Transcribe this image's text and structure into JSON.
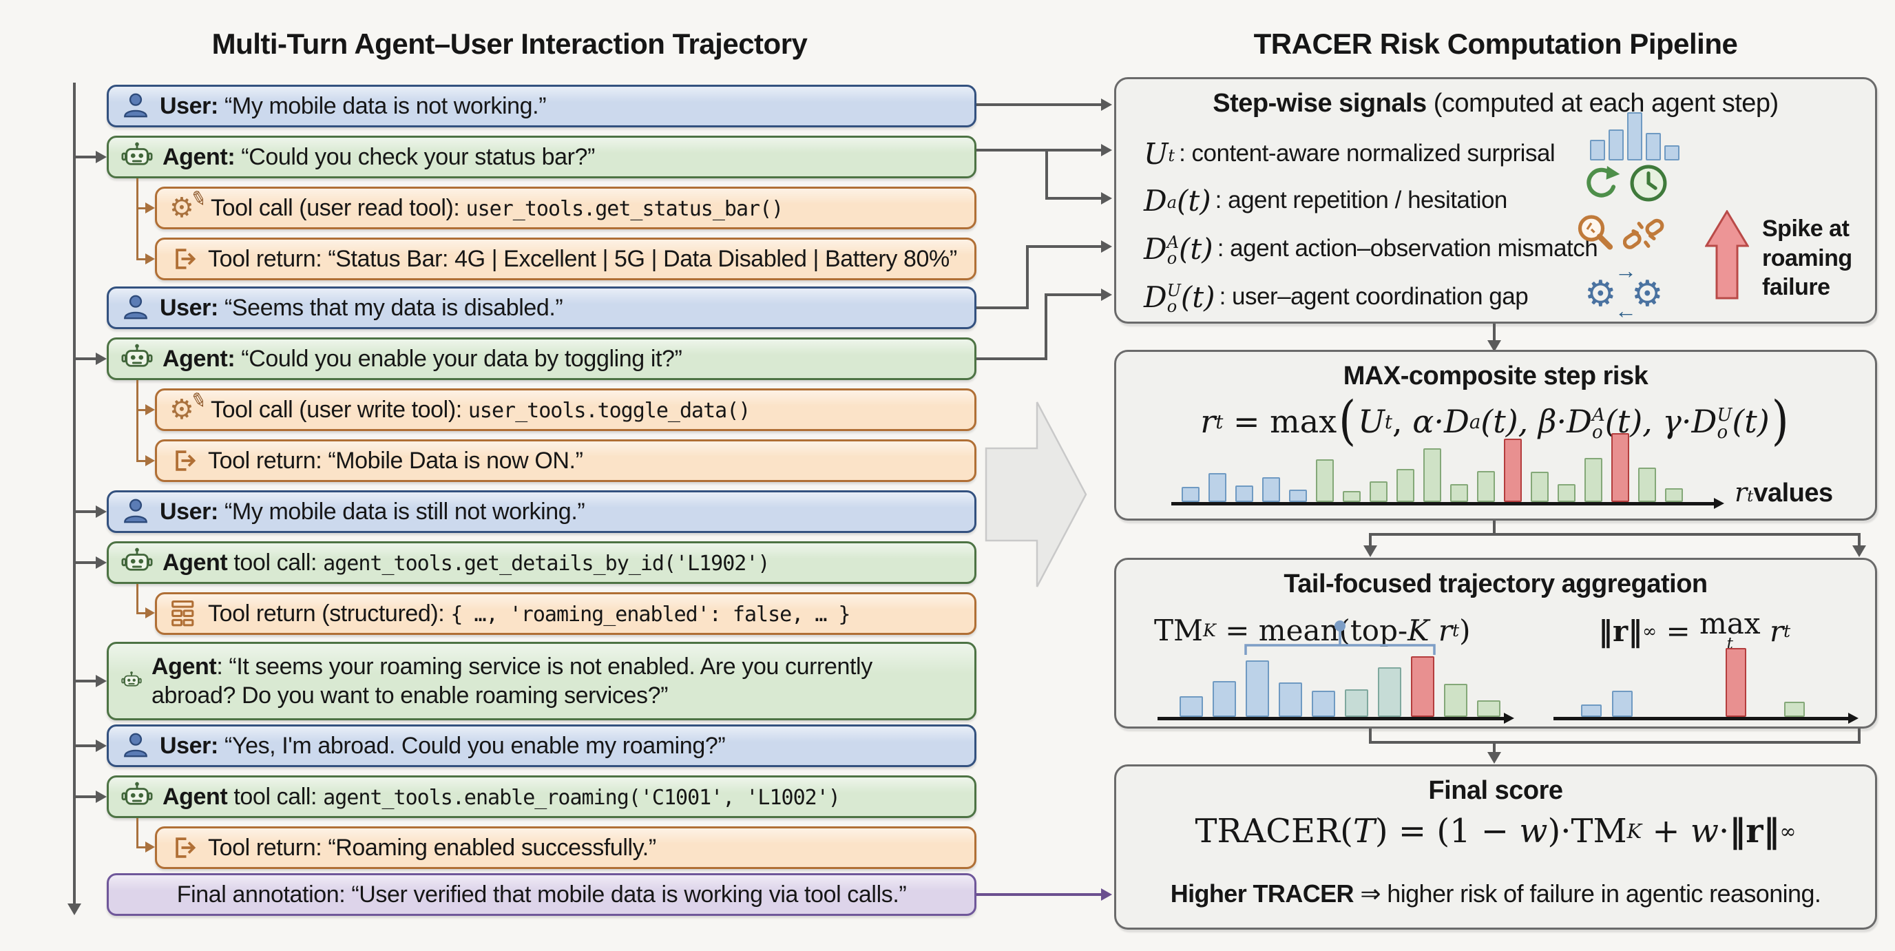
{
  "colors": {
    "background": "#f7f6f3",
    "text": "#161616",
    "user_fill": "#ccd9ed",
    "user_border": "#33517f",
    "agent_fill": "#d9e9d2",
    "agent_border": "#4d7344",
    "tool_fill": "#fbe3c8",
    "tool_border": "#b06f35",
    "final_fill": "#ddd4ea",
    "final_border": "#6f579a",
    "panel_fill": "#f1f1ee",
    "panel_border": "#6a6a6a",
    "bar_blue": "#bcd2e8",
    "bar_blue_border": "#6f9ac2",
    "bar_green": "#cfe2c6",
    "bar_green_border": "#84a878",
    "bar_teal": "#c6dcd6",
    "bar_teal_border": "#7fa89e",
    "bar_red": "#e89090",
    "bar_red_border": "#b43d3d",
    "connector": "#5a5a5a",
    "tool_connector": "#a9713d",
    "purple_connector": "#6b4f8f",
    "spike_fill": "#ed9596",
    "spike_border": "#b94a48",
    "big_arrow_fill": "#e9e9e7",
    "big_arrow_border": "#c9c9c9"
  },
  "icons": {
    "gear": "⚙",
    "pencil": "✎",
    "arrow_right": "→",
    "arrow_left": "←"
  },
  "left": {
    "title": "Multi-Turn Agent–User Interaction Trajectory",
    "rows": [
      {
        "kind": "user",
        "b": "User:",
        "t": " “My mobile data is not working.”",
        "c": ""
      },
      {
        "kind": "agent",
        "b": "Agent:",
        "t": " “Could you check your status bar?”",
        "c": ""
      },
      {
        "kind": "tool-call",
        "b": "",
        "t": "Tool call (user read tool): ",
        "c": "user_tools.get_status_bar()"
      },
      {
        "kind": "tool-return",
        "b": "",
        "t": "Tool return: “Status Bar: 4G | Excellent | 5G | Data Disabled | Battery 80%”",
        "c": ""
      },
      {
        "kind": "user",
        "b": "User:",
        "t": " “Seems that my data is disabled.”",
        "c": ""
      },
      {
        "kind": "agent",
        "b": "Agent:",
        "t": " “Could you enable your data by toggling it?”",
        "c": ""
      },
      {
        "kind": "tool-call",
        "b": "",
        "t": "Tool call (user write tool): ",
        "c": "user_tools.toggle_data()"
      },
      {
        "kind": "tool-return",
        "b": "",
        "t": "Tool return: “Mobile Data is now ON.”",
        "c": ""
      },
      {
        "kind": "user",
        "b": "User:",
        "t": " “My mobile data is still not working.”",
        "c": ""
      },
      {
        "kind": "agent-tool",
        "b": "Agent",
        "t": " tool call: ",
        "c": "agent_tools.get_details_by_id('L1902')"
      },
      {
        "kind": "tool-return-structured",
        "b": "",
        "t": "Tool return (structured): ",
        "c": "{ …, 'roaming_enabled': false, … }"
      },
      {
        "kind": "agent",
        "b": "Agent",
        "t": ": “It seems your roaming service is not enabled. Are you currently abroad? Do you want to enable roaming services?”",
        "c": ""
      },
      {
        "kind": "user",
        "b": "User:",
        "t": " “Yes, I'm abroad. Could you enable my roaming?”",
        "c": ""
      },
      {
        "kind": "agent-tool",
        "b": "Agent",
        "t": " tool call: ",
        "c": "agent_tools.enable_roaming('C1001', 'L1002')"
      },
      {
        "kind": "tool-return",
        "b": "",
        "t": "Tool return: “Roaming enabled successfully.”",
        "c": ""
      },
      {
        "kind": "final",
        "b": "",
        "t": "Final annotation: “User verified that mobile data is working via tool calls.”",
        "c": ""
      }
    ]
  },
  "pipeline": {
    "title": "TRACER Risk Computation Pipeline",
    "signals_box": {
      "title_bold": "Step-wise signals",
      "title_rest": " (computed at each agent step)",
      "signals": [
        {
          "base": "U",
          "sup": "",
          "sub": "t",
          "paren": "",
          "desc": ": content-aware normalized surprisal"
        },
        {
          "base": "D",
          "sup": "",
          "sub": "a",
          "paren": "(t)",
          "desc": ": agent repetition / hesitation"
        },
        {
          "base": "D",
          "sup": "A",
          "sub": "o",
          "paren": "(t)",
          "desc": ": agent action–observation mismatch"
        },
        {
          "base": "D",
          "sup": "U",
          "sub": "o",
          "paren": "(t)",
          "desc": ": user–agent coordination gap"
        }
      ],
      "bar_icon_values": [
        30,
        45,
        70,
        40,
        22
      ],
      "spike_label": "Spike at roaming failure"
    },
    "max_box": {
      "title": "MAX-composite step risk",
      "f": {
        "lhs": "r",
        "lhs_sub": "t",
        "eq": " = ",
        "fn": "max",
        "a1b": "U",
        "a1s": "t",
        "a1x": ", ",
        "a2p": "α·",
        "a2b": "D",
        "a2s": "a",
        "a2x": "(t), ",
        "a3p": "β·",
        "a3b": "D",
        "a3S": "A",
        "a3s": "o",
        "a3x": "(t), ",
        "a4p": "γ·",
        "a4b": "D",
        "a4S": "U",
        "a4s": "o",
        "a4x": "(t)"
      },
      "axis_label": {
        "base": "r",
        "sub": "t",
        "rest": " values"
      },
      "bars": {
        "values": [
          22,
          42,
          24,
          36,
          18,
          62,
          16,
          30,
          48,
          78,
          26,
          45,
          92,
          44,
          26,
          64,
          100,
          50,
          20
        ],
        "colors": [
          "blue",
          "blue",
          "blue",
          "blue",
          "blue",
          "green",
          "green",
          "green",
          "green",
          "green",
          "green",
          "green",
          "red",
          "green",
          "green",
          "green",
          "red",
          "green",
          "green"
        ]
      }
    },
    "tail_box": {
      "title": "Tail-focused trajectory aggregation",
      "tmk": {
        "lhs": "TM",
        "lhs_sub": "K",
        "eq": " = ",
        "fn": "mean(top-",
        "k": "K",
        "sp": " ",
        "r": "r",
        "r_sub": "t",
        "close": ")"
      },
      "linf": {
        "lhs": "‖r‖",
        "lhs_sub": "∞",
        "eq": " = ",
        "fn": "max",
        "fn_sub": "t",
        "sp": " ",
        "r": "r",
        "r_sub": "t"
      },
      "tmk_bars": {
        "values": [
          30,
          52,
          82,
          50,
          38,
          40,
          72,
          88,
          48,
          24
        ],
        "colors": [
          "blue",
          "blue",
          "blue",
          "blue",
          "blue",
          "teal",
          "teal",
          "red",
          "green",
          "green"
        ]
      },
      "linf_bars": {
        "values": [
          18,
          38,
          100,
          22
        ],
        "colors": [
          "blue",
          "blue",
          "red",
          "green"
        ],
        "x": [
          30,
          75,
          240,
          325
        ]
      }
    },
    "final_box": {
      "title": "Final score",
      "f": {
        "lhs": "TRACER(",
        "T": "T",
        "p1": ") = (1 − ",
        "w1": "w",
        "p2": ")·TM",
        "sub1": "K",
        "p3": " + ",
        "w2": "w",
        "p4": "·",
        "norm": "‖r‖",
        "sub2": "∞"
      },
      "tagline_bold": "Higher TRACER",
      "tagline_rest": " ⇒ higher risk of failure in agentic reasoning."
    }
  }
}
